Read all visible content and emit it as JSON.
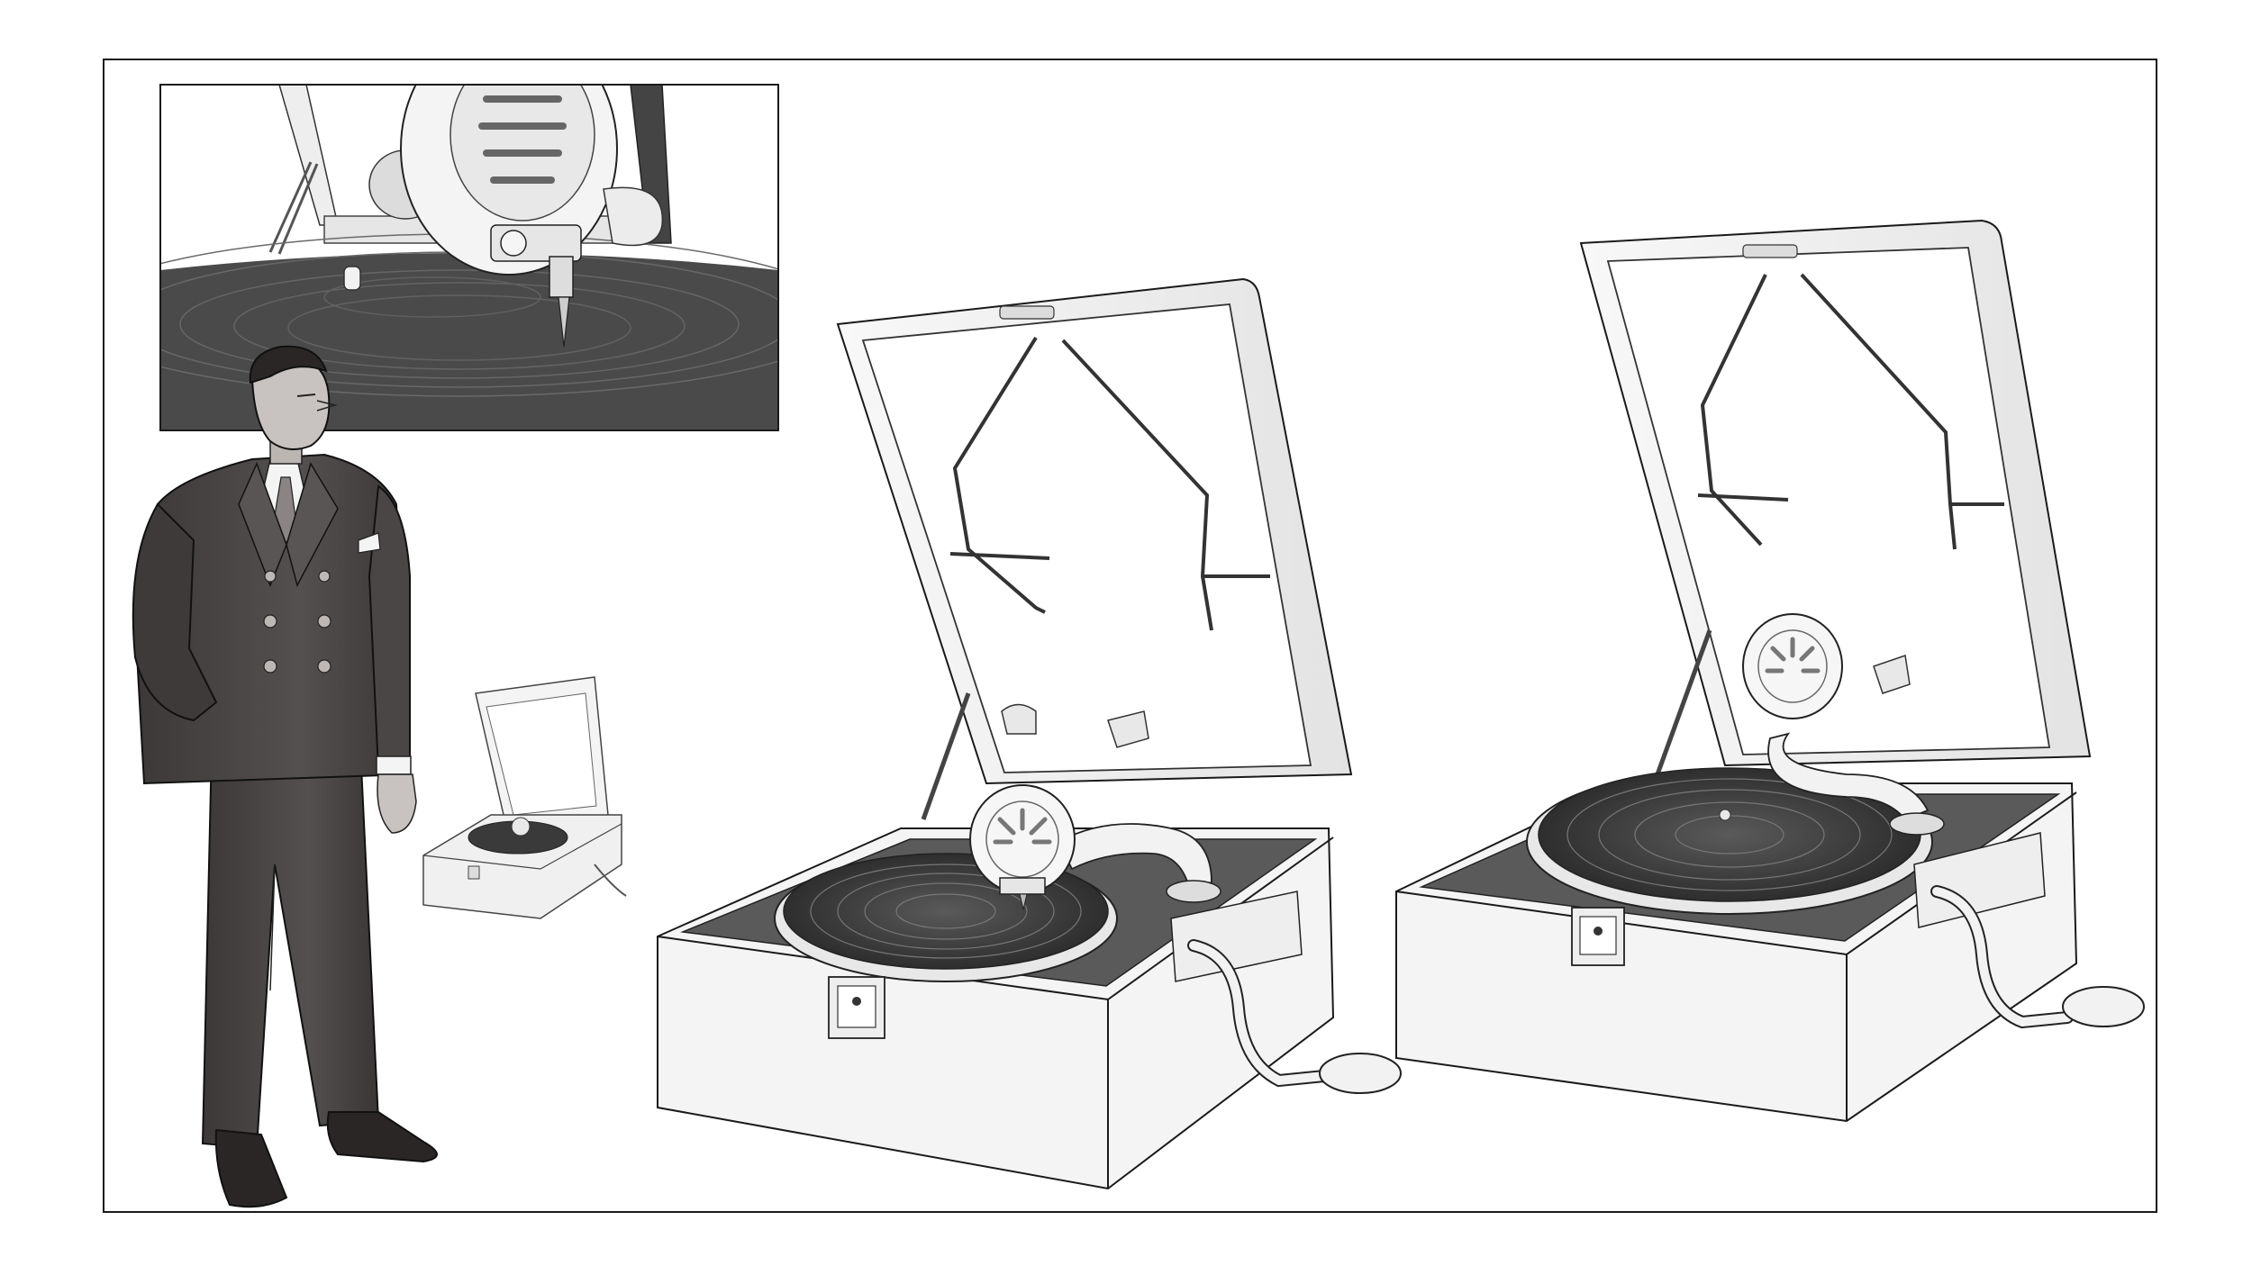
{
  "sheet": {
    "kind": "concept-art-model-sheet",
    "panels": [
      {
        "id": "closeup-inset",
        "depicts": "soundbox-needle-on-record-closeup"
      },
      {
        "id": "character",
        "depicts": "man-in-double-breasted-suit"
      },
      {
        "id": "scale-reference",
        "depicts": "small-portable-gramophone"
      },
      {
        "id": "gramophone-a",
        "depicts": "portable-gramophone-arm-on-record"
      },
      {
        "id": "gramophone-b",
        "depicts": "portable-gramophone-arm-raised"
      }
    ]
  },
  "colors": {
    "line": "#1a1a1a",
    "case": "#f2f2f2",
    "case_shade": "#d9d9d9",
    "interior": "#555555",
    "record": "#3a3a3a",
    "record_groove": "#6a6a6a",
    "suit": "#4a4545",
    "suit_shadow": "#2e2a2a",
    "skin": "#c8c3c0",
    "hair": "#2a2626"
  }
}
